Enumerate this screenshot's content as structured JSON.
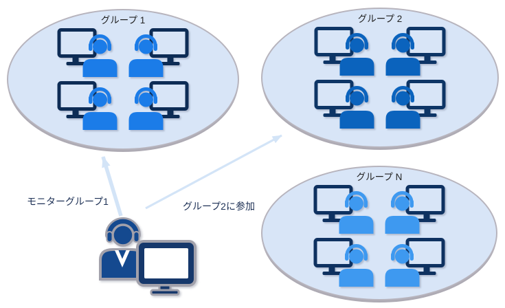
{
  "colors": {
    "background": "#ffffff",
    "ellipse_fill": "#d8e5f7",
    "ellipse_border": "#b7b4bd",
    "ellipse_shadow": "#aeabb4",
    "group_title": "#1f1f1f",
    "arrow": "#d3e4f7",
    "label_text": "#1d3055",
    "moderator_blue": "#14498f",
    "moderator_outline": "#a2a1ab",
    "moderator_monitor": "#16386b",
    "moderator_screen": "#ffffff"
  },
  "groups": [
    {
      "title": "グループ 1",
      "person_color": "#1b7ce8",
      "monitor_color": "#0d2c55",
      "member_count": 4
    },
    {
      "title": "グループ 2",
      "person_color": "#0b63bd",
      "monitor_color": "#0d3566",
      "member_count": 4
    },
    {
      "title": "グループ N",
      "person_color": "#3e99f0",
      "monitor_color": "#0e3160",
      "member_count": 4
    }
  ],
  "arrows": [
    {
      "label": "モニターグループ1",
      "from": "moderator",
      "to": "グループ 1"
    },
    {
      "label": "グループ2に参加",
      "from": "moderator",
      "to": "グループ 2"
    }
  ]
}
